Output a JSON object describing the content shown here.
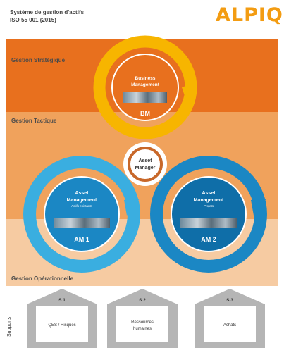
{
  "header": {
    "title_line1": "Système de gestion d'actifs",
    "title_line2": "ISO 55 001 (2015)",
    "logo": "ALPIQ"
  },
  "bands": {
    "strategic": "Gestion Stratégique",
    "tactical": "Gestion Tactique",
    "operational": "Gestion Opérationnelle"
  },
  "cycles": {
    "bm": {
      "line1": "Business",
      "line2": "Management",
      "short": "BM"
    },
    "asset_manager": {
      "line1": "Asset",
      "line2": "Manager"
    },
    "am1": {
      "line1": "Asset",
      "line2": "Management",
      "sub": "Actifs existants",
      "short": "AM 1"
    },
    "am2": {
      "line1": "Asset",
      "line2": "Management",
      "sub": "Projets",
      "short": "AM 2"
    }
  },
  "supports": {
    "label": "Supports",
    "items": [
      {
        "code": "S 1",
        "label_line1": "QES / Risques",
        "label_line2": ""
      },
      {
        "code": "S 2",
        "label_line1": "Ressources",
        "label_line2": "humaines"
      },
      {
        "code": "S 3",
        "label_line1": "Achats",
        "label_line2": ""
      }
    ]
  },
  "colors": {
    "strategic": "#e8701e",
    "tactical": "#f0a25c",
    "operational": "#f6cba2",
    "bm_ring": "#f7b500",
    "am_ring_light": "#3aaee0",
    "am_ring_dark": "#1b87c4",
    "logo": "#f39c12"
  }
}
